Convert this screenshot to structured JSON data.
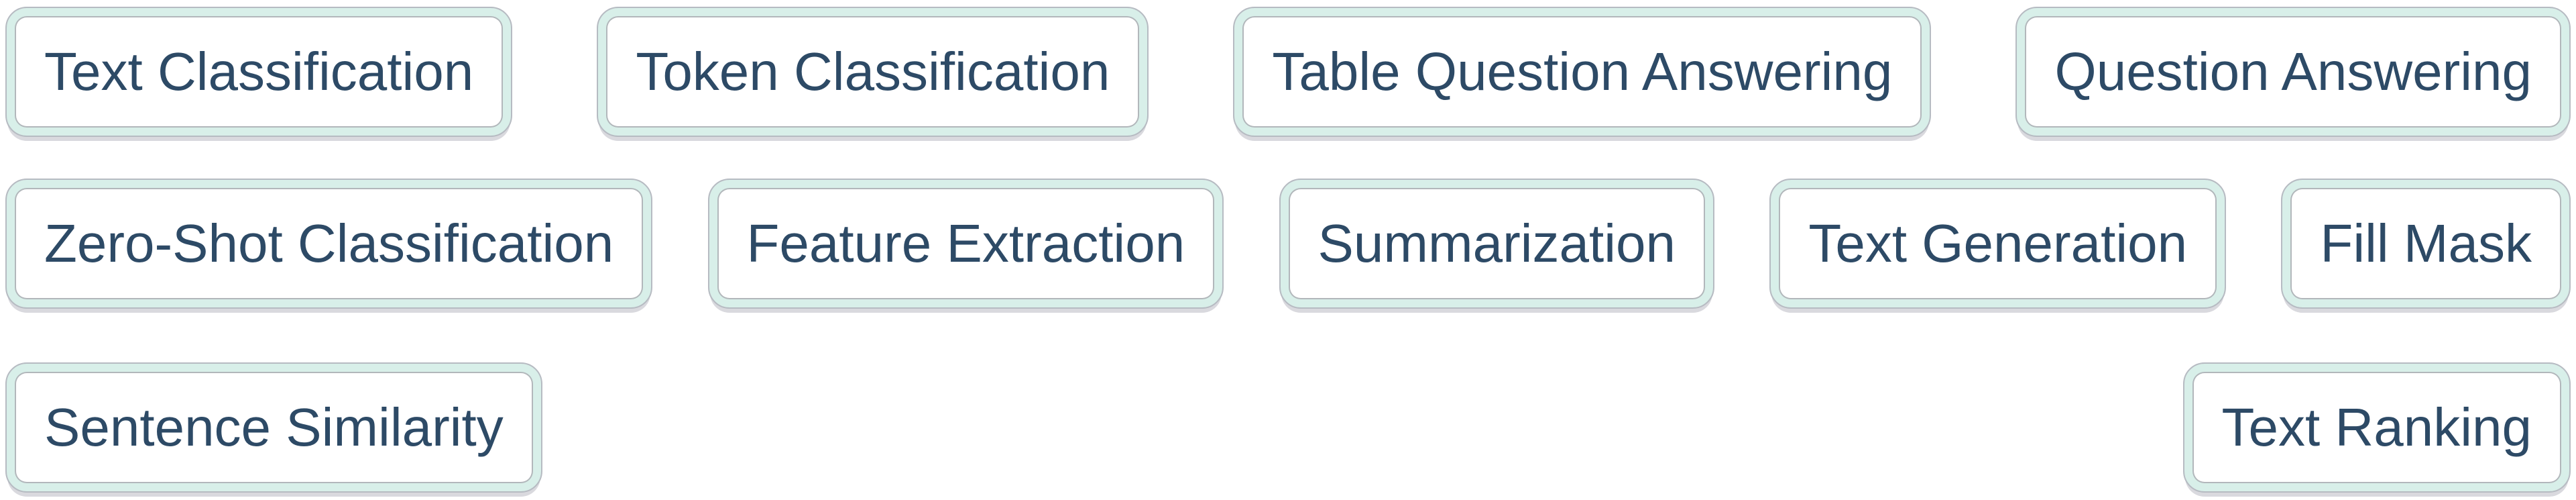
{
  "colors": {
    "mint": "#d8efe9",
    "text": "#2d4a66",
    "pill-bg": "#ffffff",
    "outline-gray": "#b6bbc2",
    "shadow-gray": "#d9d9de",
    "page-bg": "#ffffff"
  },
  "rows": [
    {
      "buttons": [
        {
          "label": "Text Classification"
        },
        {
          "label": "Token Classification"
        },
        {
          "label": "Table Question Answering"
        },
        {
          "label": "Question Answering"
        }
      ]
    },
    {
      "buttons": [
        {
          "label": "Zero-Shot Classification"
        },
        {
          "label": "Feature Extraction"
        },
        {
          "label": "Summarization"
        },
        {
          "label": "Text Generation"
        },
        {
          "label": "Fill Mask"
        }
      ]
    },
    {
      "buttons": [
        {
          "label": "Sentence Similarity"
        },
        {
          "label": "Text Ranking"
        }
      ]
    }
  ]
}
